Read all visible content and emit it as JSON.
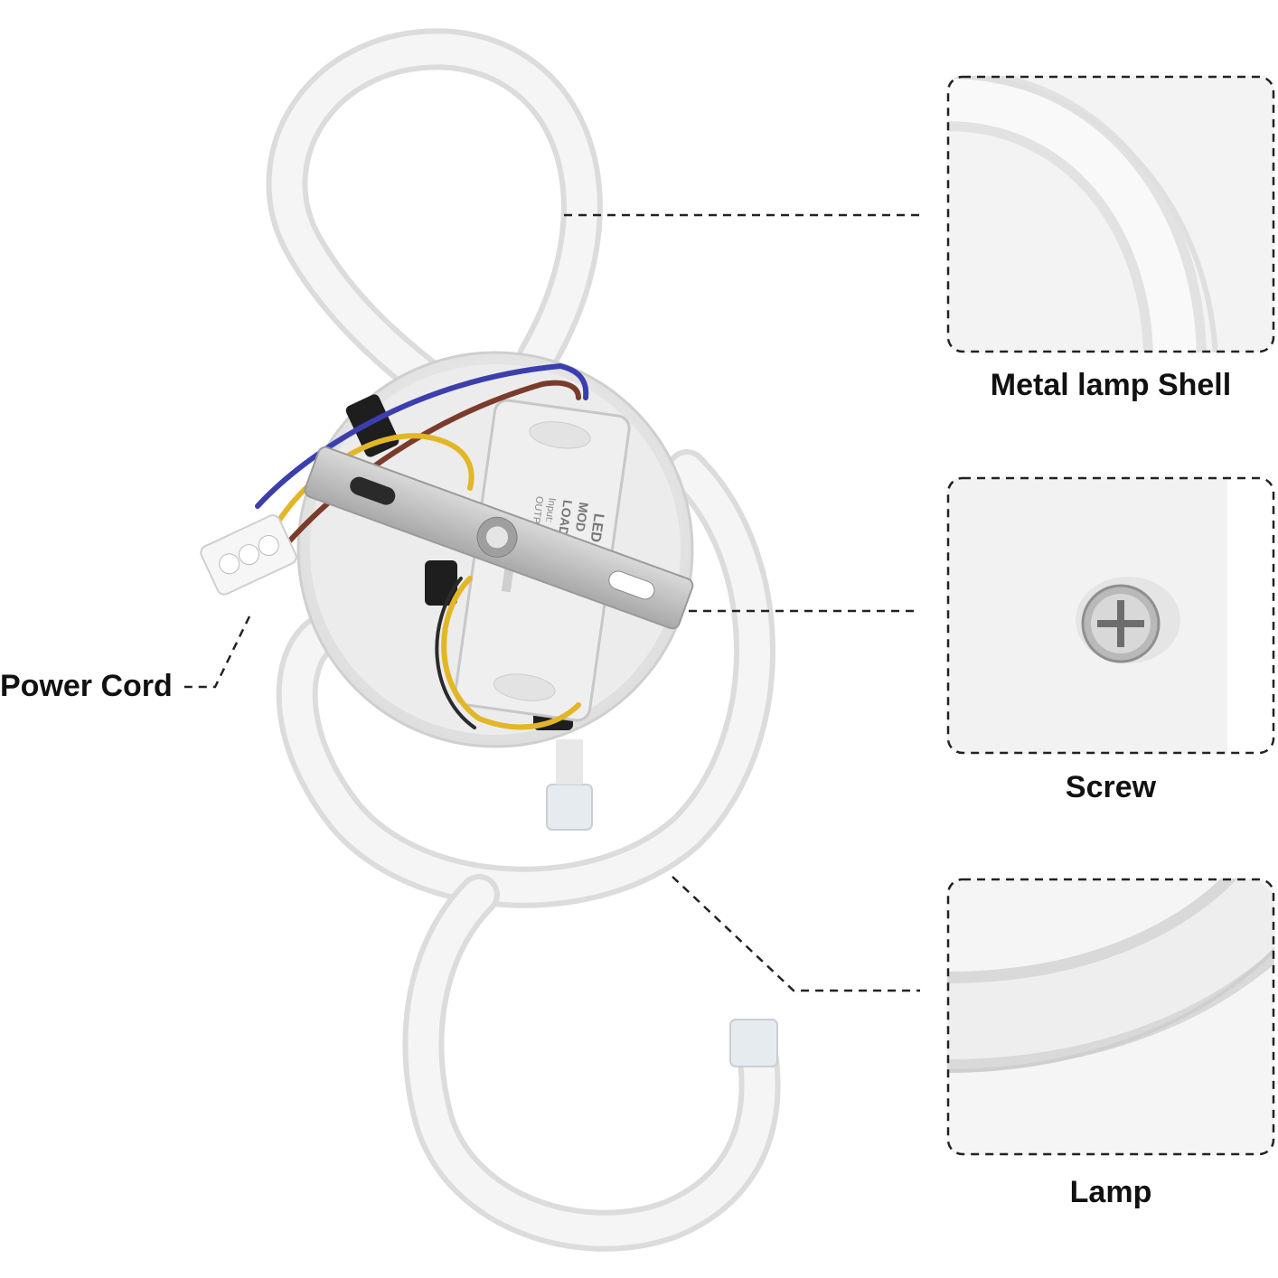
{
  "callouts": {
    "metal_lamp_shell": "Metal lamp Shell",
    "screw": "Screw",
    "lamp": "Lamp",
    "power_cord": "Power Cord"
  },
  "driver_label": {
    "line1": "LED",
    "line2": "MOD",
    "line3": "LOAD",
    "line4": "Input:",
    "line5": "OUTP"
  },
  "colors": {
    "background": "#ffffff",
    "lamp_body": "#f4f4f4",
    "lamp_edge": "#dcdcdc",
    "wire_blue": "#3b3fae",
    "wire_brown": "#7a3b2c",
    "wire_yellow": "#e2b626",
    "bracket": "#bdbdbd",
    "dashed_line": "#222222"
  },
  "icons": {
    "screw": "phillips-screw-icon"
  }
}
